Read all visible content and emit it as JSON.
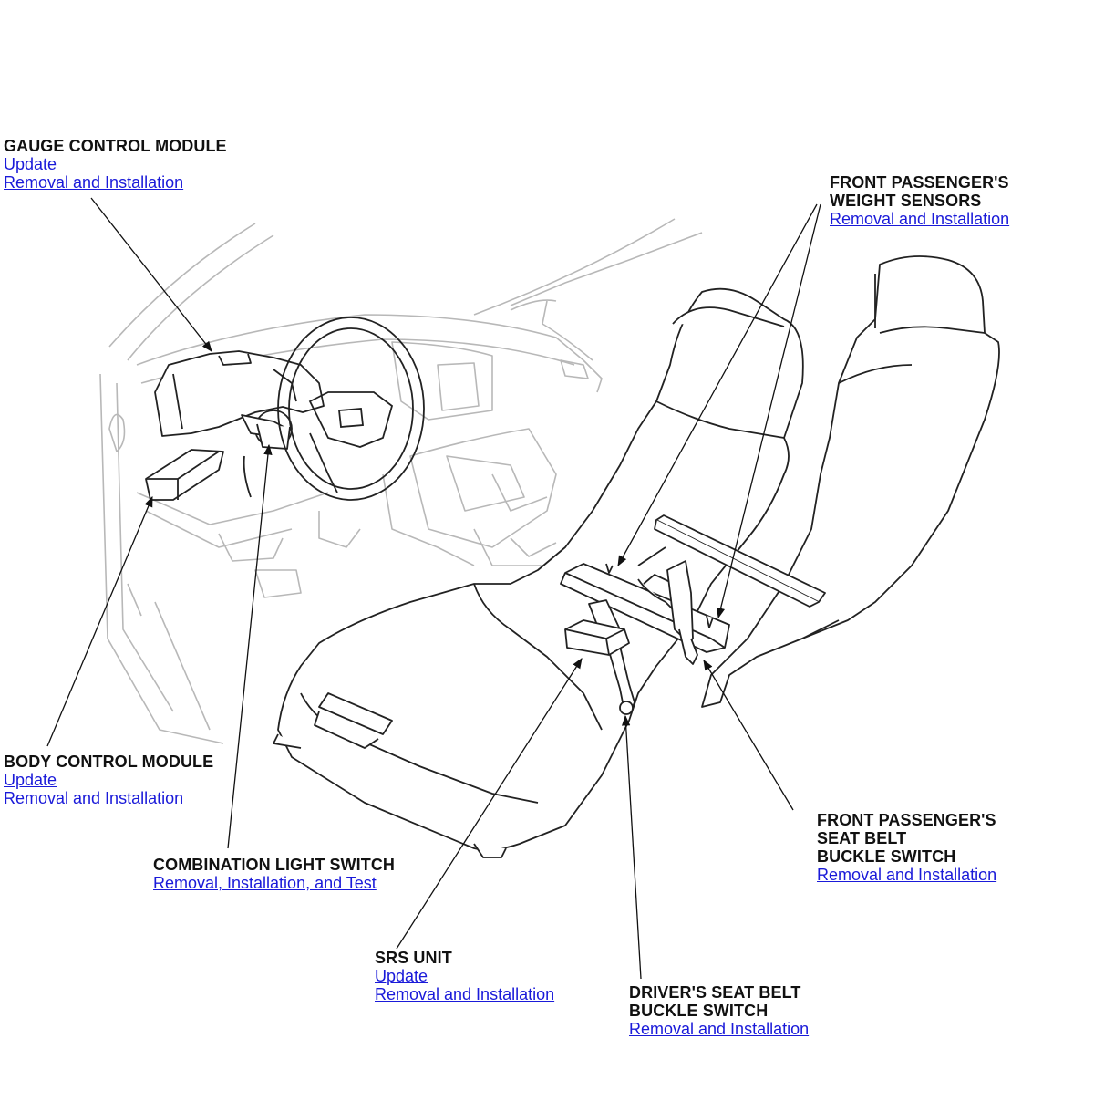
{
  "colors": {
    "link": "#1a1ad9",
    "title": "#111111",
    "drawing": "#222222",
    "faint": "#b8b8b8"
  },
  "callouts": {
    "gauge_control_module": {
      "title": "GAUGE CONTROL MODULE",
      "links": [
        "Update",
        "Removal and Installation"
      ]
    },
    "front_passenger_weight_sensors": {
      "title_lines": [
        "FRONT PASSENGER'S",
        "WEIGHT SENSORS"
      ],
      "links": [
        "Removal and Installation"
      ]
    },
    "body_control_module": {
      "title": "BODY CONTROL MODULE",
      "links": [
        "Update",
        "Removal and Installation"
      ]
    },
    "combination_light_switch": {
      "title": "COMBINATION LIGHT SWITCH",
      "links": [
        "Removal, Installation, and Test"
      ]
    },
    "front_passenger_seat_belt_buckle_switch": {
      "title_lines": [
        "FRONT PASSENGER'S",
        "SEAT BELT",
        "BUCKLE SWITCH"
      ],
      "links": [
        "Removal and Installation"
      ]
    },
    "srs_unit": {
      "title": "SRS UNIT",
      "links": [
        "Update",
        "Removal and Installation"
      ]
    },
    "drivers_seat_belt_buckle_switch": {
      "title_lines": [
        "DRIVER'S SEAT BELT",
        "BUCKLE SWITCH"
      ],
      "links": [
        "Removal and Installation"
      ]
    }
  }
}
